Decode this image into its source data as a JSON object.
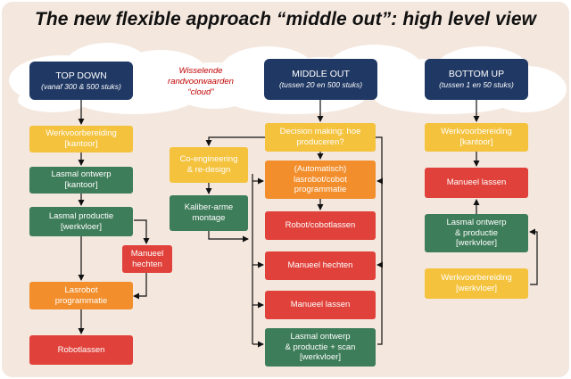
{
  "title": "The new flexible approach “middle out”: high level view",
  "cloud_label": {
    "line1": "Wisselende",
    "line2": "randvoorwaarden",
    "line3": "“cloud”"
  },
  "columns": {
    "top_down": {
      "header": "TOP DOWN",
      "subheader": "(vanaf 300 & 500 stuks)",
      "boxes": [
        {
          "line1": "Werkvoorbereiding",
          "line2": "[kantoor]"
        },
        {
          "line1": "Lasmal ontwerp",
          "line2": "[kantoor]"
        },
        {
          "line1": "Lasmal productie",
          "line2": "[werkvloer]"
        },
        {
          "line1": "Manueel",
          "line2": "hechten"
        },
        {
          "line1": "Lasrobot",
          "line2": "programmatie"
        },
        {
          "line1": "Robotlassen",
          "line2": ""
        }
      ]
    },
    "middle_out": {
      "header": "MIDDLE OUT",
      "subheader": "(tussen 20 en 500 stuks)",
      "decision": {
        "line1": "Decision making: hoe",
        "line2": "produceren?"
      },
      "co_engineering": {
        "line1": "Co-engineering",
        "line2": "& re-design"
      },
      "kaliber": {
        "line1": "Kaliber-arme",
        "line2": "montage"
      },
      "boxes": [
        {
          "line1": "(Automatisch)",
          "line2": "lasrobot/cobot",
          "line3": "programmatie"
        },
        {
          "line1": "Robot/cobotlassen",
          "line2": "",
          "line3": ""
        },
        {
          "line1": "Manueel hechten",
          "line2": "",
          "line3": ""
        },
        {
          "line1": "Manueel lassen",
          "line2": "",
          "line3": ""
        },
        {
          "line1": "Lasmal ontwerp",
          "line2": "& productie + scan",
          "line3": "[werkvloer]"
        }
      ]
    },
    "bottom_up": {
      "header": "BOTTOM UP",
      "subheader": "(tussen 1 en 50 stuks)",
      "boxes": [
        {
          "line1": "Werkvoorbereiding",
          "line2": "[kantoor]",
          "line3": ""
        },
        {
          "line1": "Manueel lassen",
          "line2": "",
          "line3": ""
        },
        {
          "line1": "Lasmal ontwerp",
          "line2": "& productie",
          "line3": "[werkvloer]"
        },
        {
          "line1": "Werkvoorbereiding",
          "line2": "[werkvloer]",
          "line3": ""
        }
      ]
    }
  },
  "colors": {
    "header": "#1f3864",
    "yellow": "#f4c23d",
    "orange": "#f28e2c",
    "green": "#3e7d5a",
    "red": "#e0413a",
    "cloud_text": "#c00000",
    "background": "#f4e7de"
  }
}
